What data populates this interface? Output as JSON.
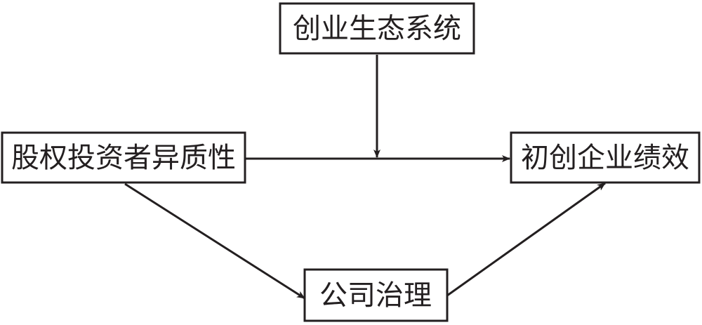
{
  "diagram": {
    "nodes": {
      "ecosystem": {
        "label": "创业生态系统"
      },
      "investor": {
        "label": "股权投资者异质性"
      },
      "performance": {
        "label": "初创企业绩效"
      },
      "governance": {
        "label": "公司治理"
      }
    },
    "colors": {
      "stroke": "#231f20",
      "background": "#ffffff"
    }
  }
}
